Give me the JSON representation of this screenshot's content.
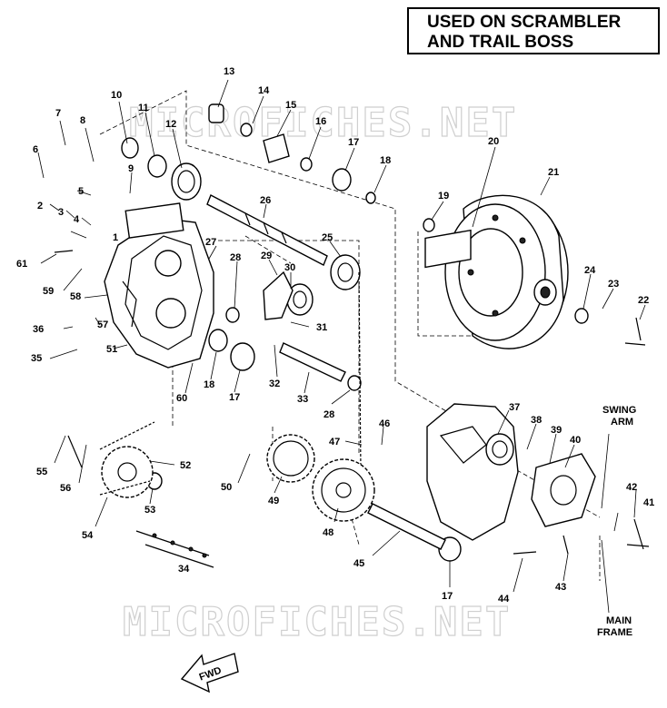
{
  "header": {
    "line1": "USED ON SCRAMBLER",
    "line2": "AND TRAIL BOSS"
  },
  "watermark": {
    "text": "MICROFICHES.NET"
  },
  "labels": {
    "swing_arm_1": "SWING",
    "swing_arm_2": "ARM",
    "main_frame_1": "MAIN",
    "main_frame_2": "FRAME",
    "fwd": "FWD"
  },
  "callouts": [
    {
      "n": "1"
    },
    {
      "n": "2"
    },
    {
      "n": "3"
    },
    {
      "n": "4"
    },
    {
      "n": "5"
    },
    {
      "n": "6"
    },
    {
      "n": "7"
    },
    {
      "n": "8"
    },
    {
      "n": "9"
    },
    {
      "n": "10"
    },
    {
      "n": "11"
    },
    {
      "n": "12"
    },
    {
      "n": "13"
    },
    {
      "n": "14"
    },
    {
      "n": "15"
    },
    {
      "n": "16"
    },
    {
      "n": "17"
    },
    {
      "n": "18"
    },
    {
      "n": "19"
    },
    {
      "n": "20"
    },
    {
      "n": "21"
    },
    {
      "n": "22"
    },
    {
      "n": "23"
    },
    {
      "n": "24"
    },
    {
      "n": "25"
    },
    {
      "n": "26"
    },
    {
      "n": "27"
    },
    {
      "n": "28"
    },
    {
      "n": "29"
    },
    {
      "n": "30"
    },
    {
      "n": "31"
    },
    {
      "n": "32"
    },
    {
      "n": "33"
    },
    {
      "n": "34"
    },
    {
      "n": "35"
    },
    {
      "n": "36"
    },
    {
      "n": "37"
    },
    {
      "n": "38"
    },
    {
      "n": "39"
    },
    {
      "n": "40"
    },
    {
      "n": "41"
    },
    {
      "n": "42"
    },
    {
      "n": "43"
    },
    {
      "n": "44"
    },
    {
      "n": "45"
    },
    {
      "n": "46"
    },
    {
      "n": "47"
    },
    {
      "n": "48"
    },
    {
      "n": "49"
    },
    {
      "n": "50"
    },
    {
      "n": "51"
    },
    {
      "n": "52"
    },
    {
      "n": "53"
    },
    {
      "n": "54"
    },
    {
      "n": "55"
    },
    {
      "n": "56"
    },
    {
      "n": "57"
    },
    {
      "n": "58"
    },
    {
      "n": "59"
    },
    {
      "n": "60"
    },
    {
      "n": "61"
    },
    {
      "n": "17"
    },
    {
      "n": "18"
    },
    {
      "n": "28"
    },
    {
      "n": "17"
    }
  ]
}
